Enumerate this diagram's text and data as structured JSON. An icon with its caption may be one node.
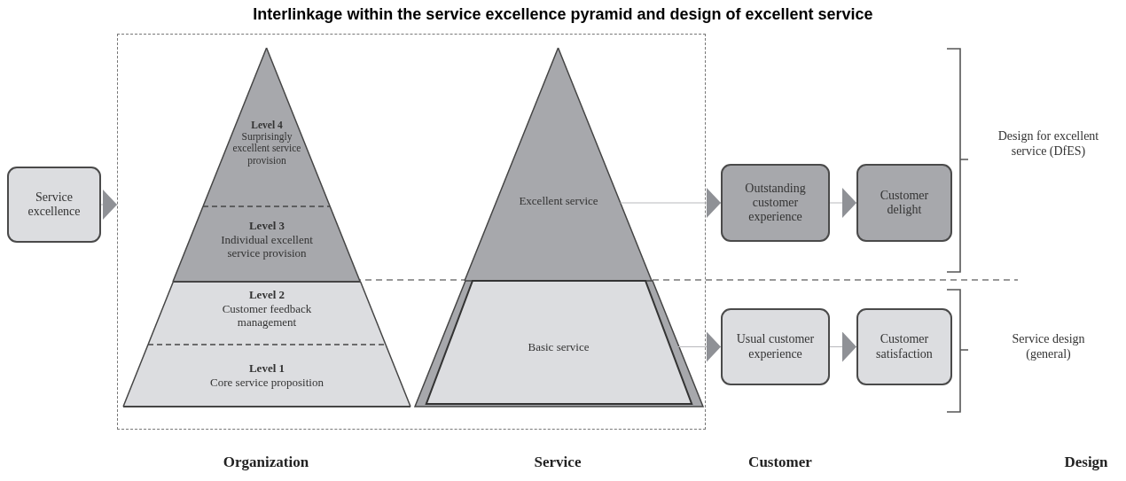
{
  "diagram": {
    "title": "Interlinkage within the service excellence pyramid and design of excellent service",
    "nodes": [
      {
        "text": [
          "Service excellence"
        ]
      },
      {
        "text": [],
        "shape": "box"
      },
      {
        "text": [
          "Level 4",
          "Surprisingly excellent service provision"
        ],
        "in": 1
      },
      {
        "text": [
          "Level 3",
          "Individual excellent service provision"
        ],
        "in": 1
      },
      {
        "text": [
          "Level 2",
          "Customer feedback management"
        ],
        "in": 1
      },
      {
        "text": [
          "Level 1",
          "Core service proposition"
        ],
        "in": 1
      },
      {
        "text": [
          "Excellent service"
        ],
        "in": 1
      },
      {
        "text": [
          "Basic service"
        ],
        "in": 1
      },
      {
        "text": [
          "Outstanding customer experience"
        ]
      },
      {
        "text": [
          "Customer delight"
        ]
      },
      {
        "text": [
          "Usual customer experience"
        ]
      },
      {
        "text": [
          "Customer satisfaction"
        ]
      }
    ],
    "edges": [
      {
        "from": 0,
        "to": 1,
        "arrow": "to"
      },
      {
        "from": 6,
        "to": 8,
        "arrow": "to"
      },
      {
        "from": 8,
        "to": 9,
        "arrow": "to"
      },
      {
        "from": 7,
        "to": 10,
        "arrow": "to"
      },
      {
        "from": 10,
        "to": 11,
        "arrow": "to"
      }
    ],
    "labels": [
      "Design for excellent service (DfES)",
      "Service design (general)",
      "Organization",
      "Service",
      "Customer",
      "Design"
    ]
  }
}
